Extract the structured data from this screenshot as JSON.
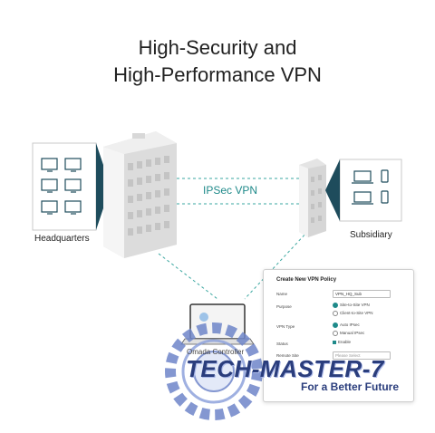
{
  "heading": {
    "line1": "High-Security and",
    "line2": "High-Performance VPN"
  },
  "link_label": "IPSec VPN",
  "sites": {
    "headquarters": "Headquarters",
    "subsidiary": "Subsidiary"
  },
  "controller": {
    "label": "Omada Controller"
  },
  "policy_form": {
    "title": "Create New VPN Policy",
    "name_label": "Name",
    "name_value": "VPN_HQ_Sub",
    "purpose_label": "Purpose",
    "purpose_options": [
      "Site-to-Site VPN",
      "Client-to-Site VPN"
    ],
    "vpn_type_label": "VPN Type",
    "vpn_type_options": [
      "Auto IPsec",
      "Manual IPsec"
    ],
    "status_label": "Status",
    "status_value": "Enable",
    "remote_site_label": "Remote Site",
    "remote_site_placeholder": "Please Select"
  },
  "watermark": {
    "brand": "TECH-MASTER-7",
    "tagline": "For a Better Future"
  },
  "colors": {
    "accent": "#1f8a8a",
    "dark_teal": "#1e4c5c",
    "watermark": "#2a3d7c"
  }
}
